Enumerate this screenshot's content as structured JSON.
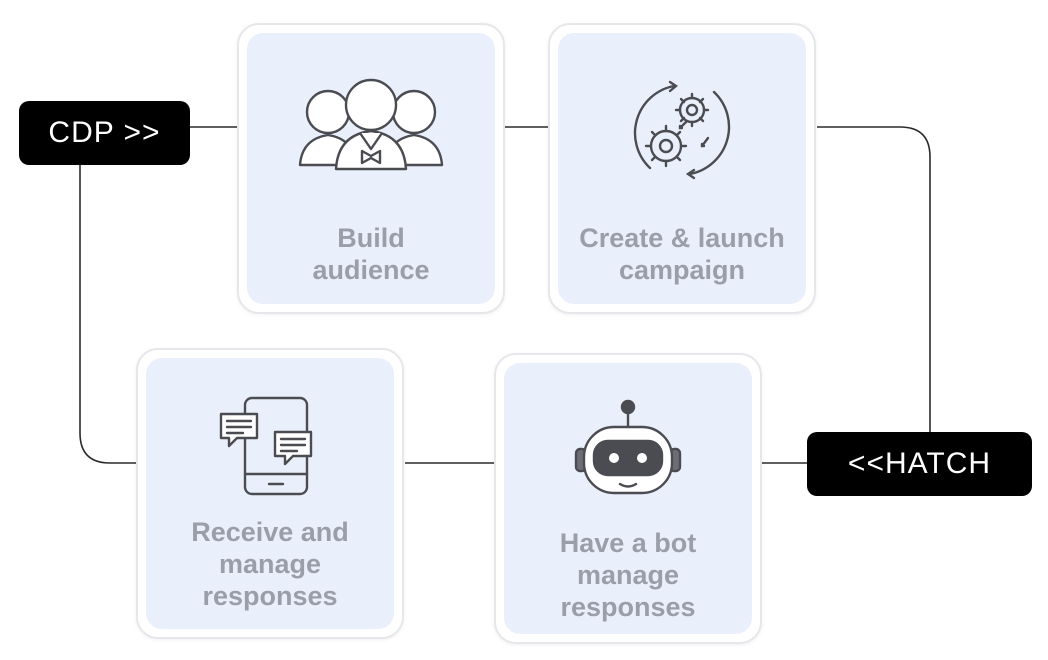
{
  "tags": {
    "cdp": "CDP >>",
    "hatch": "<<HATCH"
  },
  "cards": {
    "build": {
      "label": "Build\naudience",
      "icon": "people-group-icon"
    },
    "campaign": {
      "label": "Create & launch\ncampaign",
      "icon": "gears-cycle-icon"
    },
    "receive": {
      "label": "Receive and\nmanage\nresponses",
      "icon": "phone-chat-icon"
    },
    "bot": {
      "label": "Have a bot\nmanage\nresponses",
      "icon": "robot-icon"
    }
  },
  "colors": {
    "card_fill": "#eaf0fb",
    "card_border": "#e6e7ea",
    "label_text": "#9a9ea8",
    "tag_bg": "#000000",
    "line": "#2b2b2b",
    "icon_stroke": "#4a4c52"
  }
}
